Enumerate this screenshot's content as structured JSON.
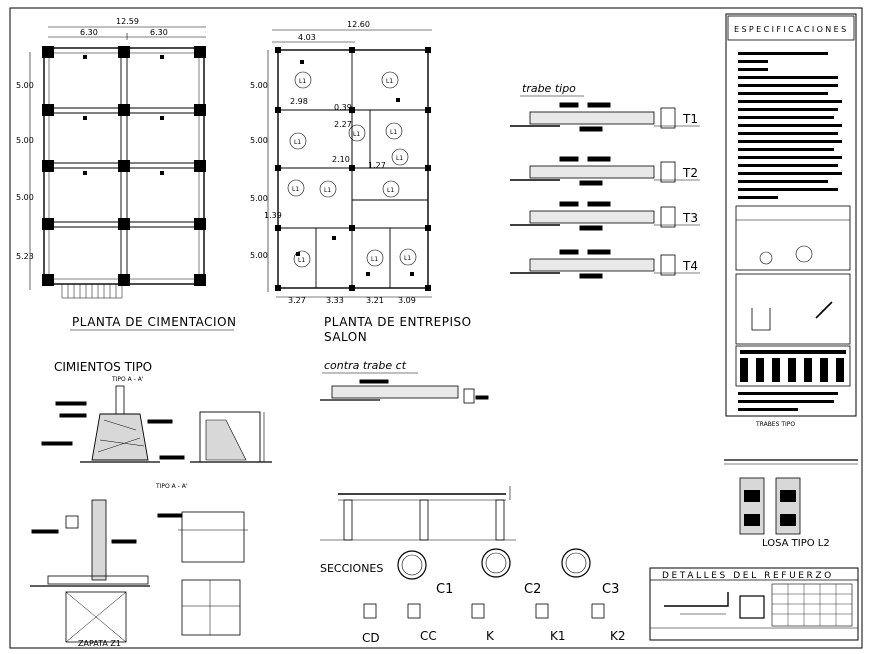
{
  "sheet": {
    "foundation_plan": {
      "title": "PLANTA DE CIMENTACION",
      "dim_total": "12.59",
      "dim_left": "6.30",
      "dim_right": "6.30",
      "row_dims": [
        "5.00",
        "5.00",
        "5.00",
        "5.23"
      ]
    },
    "mezzanine_plan": {
      "title_line1": "PLANTA DE ENTREPISO",
      "title_line2": "SALON",
      "dim_total": "12.60",
      "dim_first": "4.03",
      "row_dims": [
        "5.00",
        "5.00",
        "5.00",
        "5.00"
      ],
      "inner_dims": [
        "2.98",
        "0.39",
        "2.27",
        "2.10",
        "1.27",
        "1.39"
      ],
      "bottom_dims": [
        "3.27",
        "3.33",
        "3.21",
        "3.09"
      ],
      "slab_label": "L1"
    },
    "beams": {
      "title": "trabe tipo",
      "labels": [
        "T1",
        "T2",
        "T3",
        "T4"
      ]
    },
    "counter_beam": {
      "title": "contra trabe ct"
    },
    "footings": {
      "title": "CIMIENTOS  TIPO",
      "sub_top": "TIPO A - A'",
      "sub_bottom": "TIPO A - A'"
    },
    "zapata": {
      "title": "ZAPATA  Z1"
    },
    "sections": {
      "title": "SECCIONES",
      "columns": [
        "C1",
        "C2",
        "C3"
      ],
      "small": [
        "CD",
        "CC",
        "K",
        "K1",
        "K2"
      ]
    },
    "specs": {
      "title": "ESPECIFICACIONES",
      "footer": "TRABES TIPO"
    },
    "slab_type": {
      "title": "LOSA TIPO L2"
    },
    "rebar_details": {
      "title": "DETALLES  DEL  REFUERZO"
    }
  }
}
